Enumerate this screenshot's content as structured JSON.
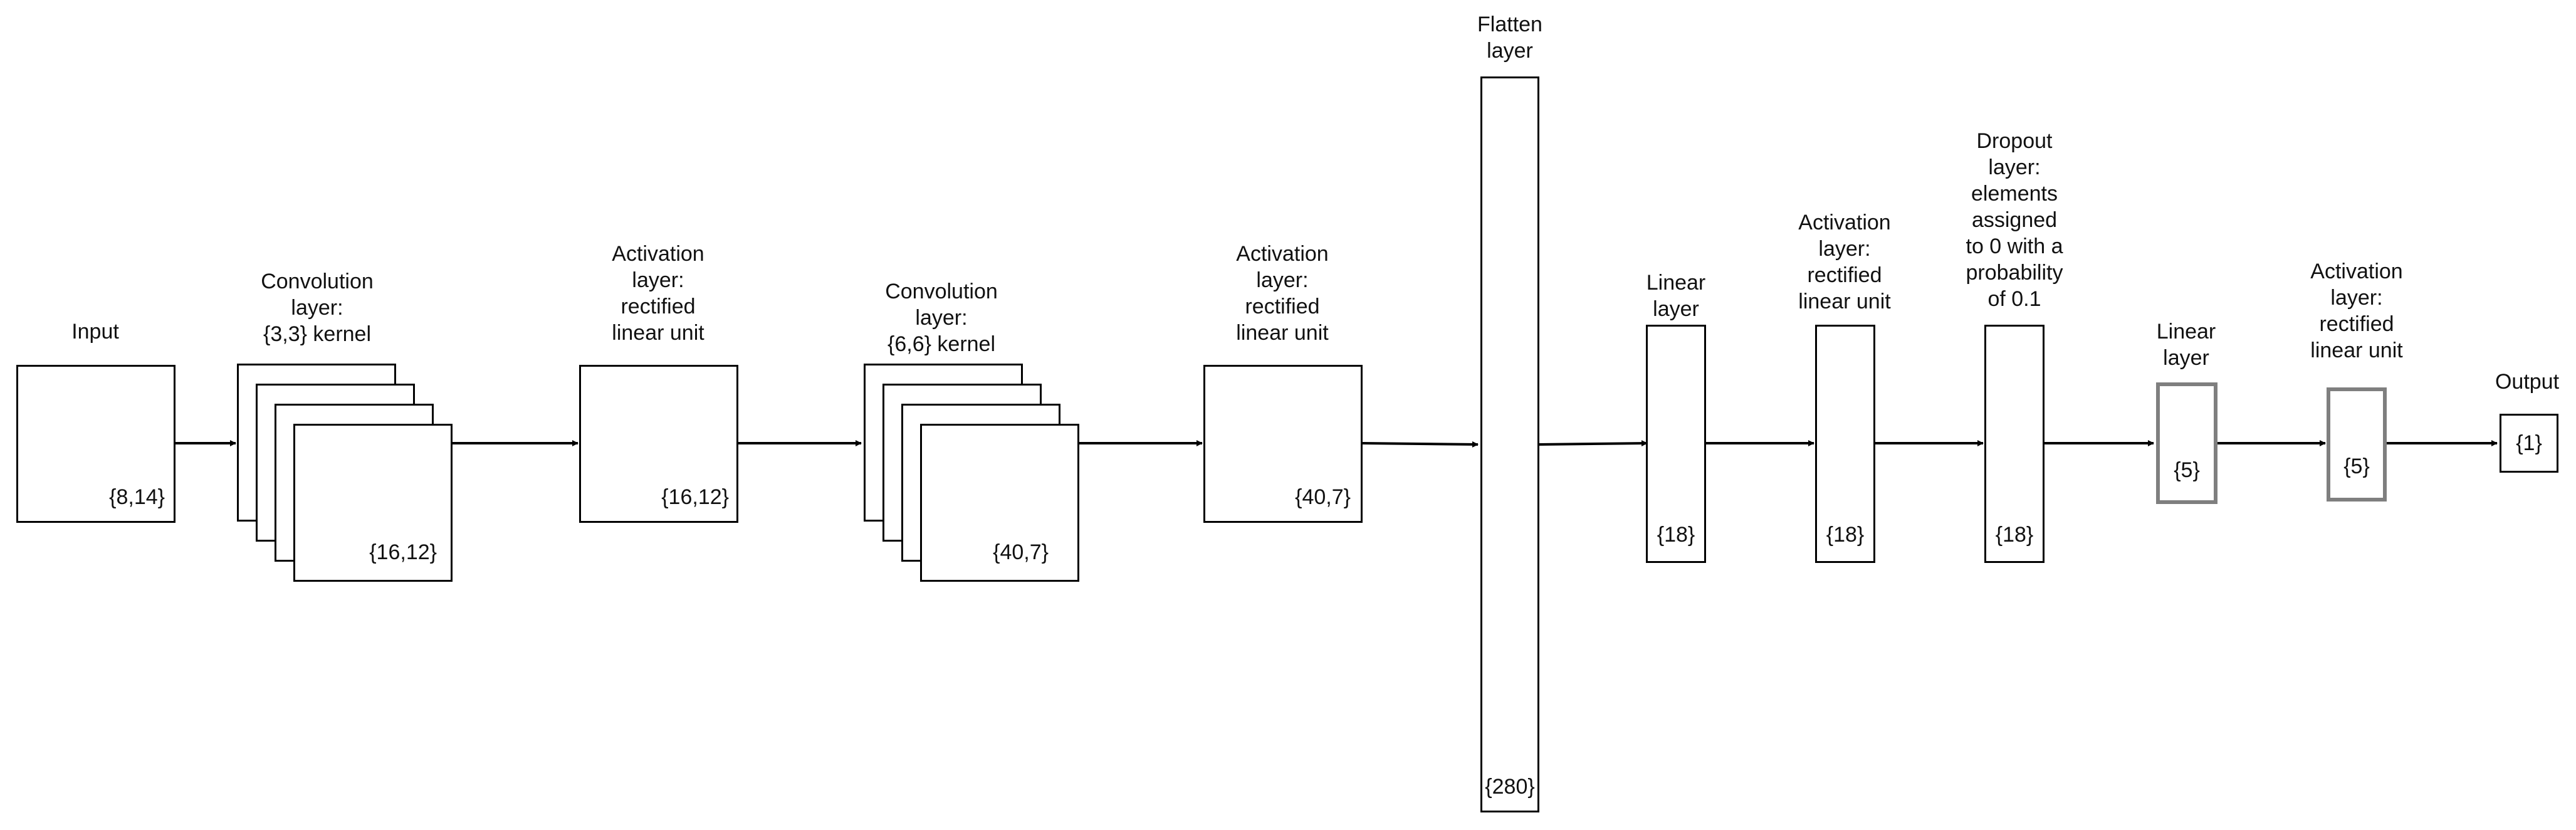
{
  "layers": {
    "input": {
      "label": "Input",
      "dims": "{8,14}"
    },
    "conv1": {
      "label": "Convolution\nlayer:\n{3,3} kernel",
      "dims": "{16,12}"
    },
    "act1": {
      "label": "Activation\nlayer:\nrectified\nlinear unit",
      "dims": "{16,12}"
    },
    "conv2": {
      "label": "Convolution\nlayer:\n{6,6} kernel",
      "dims": "{40,7}"
    },
    "act2": {
      "label": "Activation\nlayer:\nrectified\nlinear unit",
      "dims": "{40,7}"
    },
    "flatten": {
      "label": "Flatten\nlayer",
      "dims": "{280}"
    },
    "linear1": {
      "label": "Linear\nlayer",
      "dims": "{18}"
    },
    "act3": {
      "label": "Activation\nlayer:\nrectified\nlinear unit",
      "dims": "{18}"
    },
    "dropout": {
      "label": "Dropout\nlayer:\nelements\nassigned\nto 0 with a\nprobability\nof 0.1",
      "dims": "{18}"
    },
    "linear2": {
      "label": "Linear\nlayer",
      "dims": "{5}"
    },
    "act4": {
      "label": "Activation\nlayer:\nrectified\nlinear unit",
      "dims": "{5}"
    },
    "output": {
      "label": "Output",
      "dims": "{1}"
    }
  },
  "colors": {
    "line": "#000000",
    "gray_border": "#7f7f7f"
  }
}
